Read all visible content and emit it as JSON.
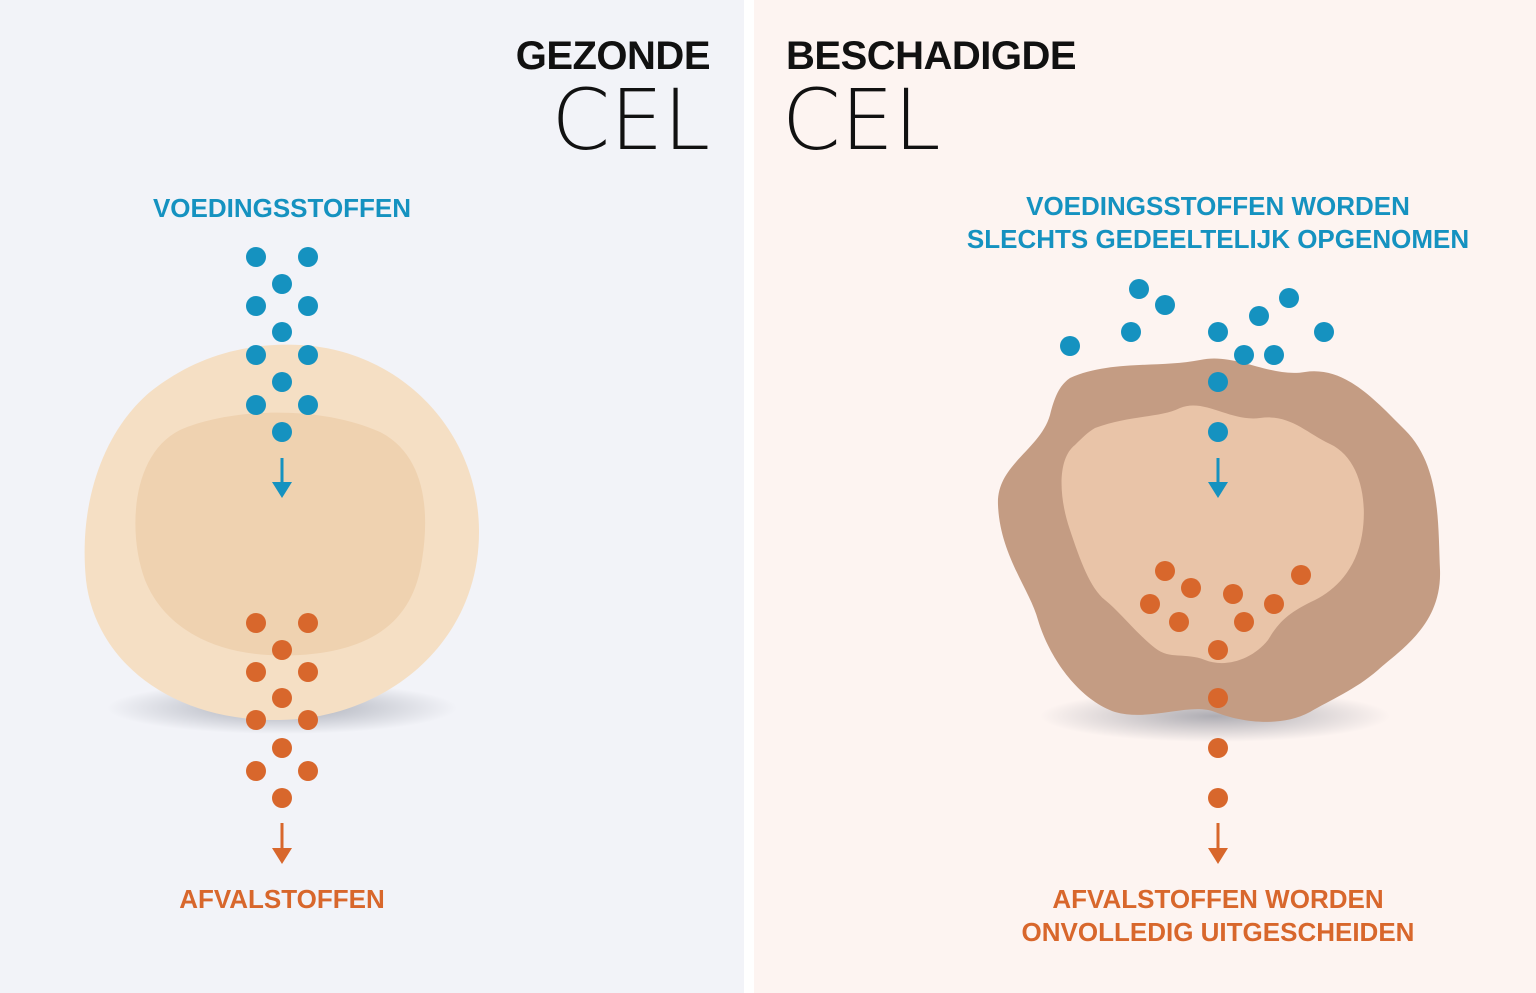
{
  "colors": {
    "nutrient": "#1592c0",
    "waste": "#d8672c",
    "left_background": "#f2f3f8",
    "right_background": "#fdf4f1",
    "healthy_cell_outer": "#f5dfc4",
    "healthy_cell_inner": "#efd2b0",
    "damaged_cell_outer": "#c49c83",
    "damaged_cell_inner": "#e9c4a8"
  },
  "healthy": {
    "title_top": "GEZONDE",
    "title_bottom": "CEL",
    "nutrients_label": "VOEDINGSSTOFFEN",
    "waste_label": "AFVALSTOFFEN"
  },
  "damaged": {
    "title_top": "BESCHADIGDE",
    "title_bottom": "CEL",
    "nutrients_label_lines": [
      "VOEDINGSSTOFFEN WORDEN",
      "SLECHTS GEDEELTELIJK OPGENOMEN"
    ],
    "waste_label_lines": [
      "AFVALSTOFFEN WORDEN",
      "ONVOLLEDIG UITGESCHEIDEN"
    ]
  }
}
